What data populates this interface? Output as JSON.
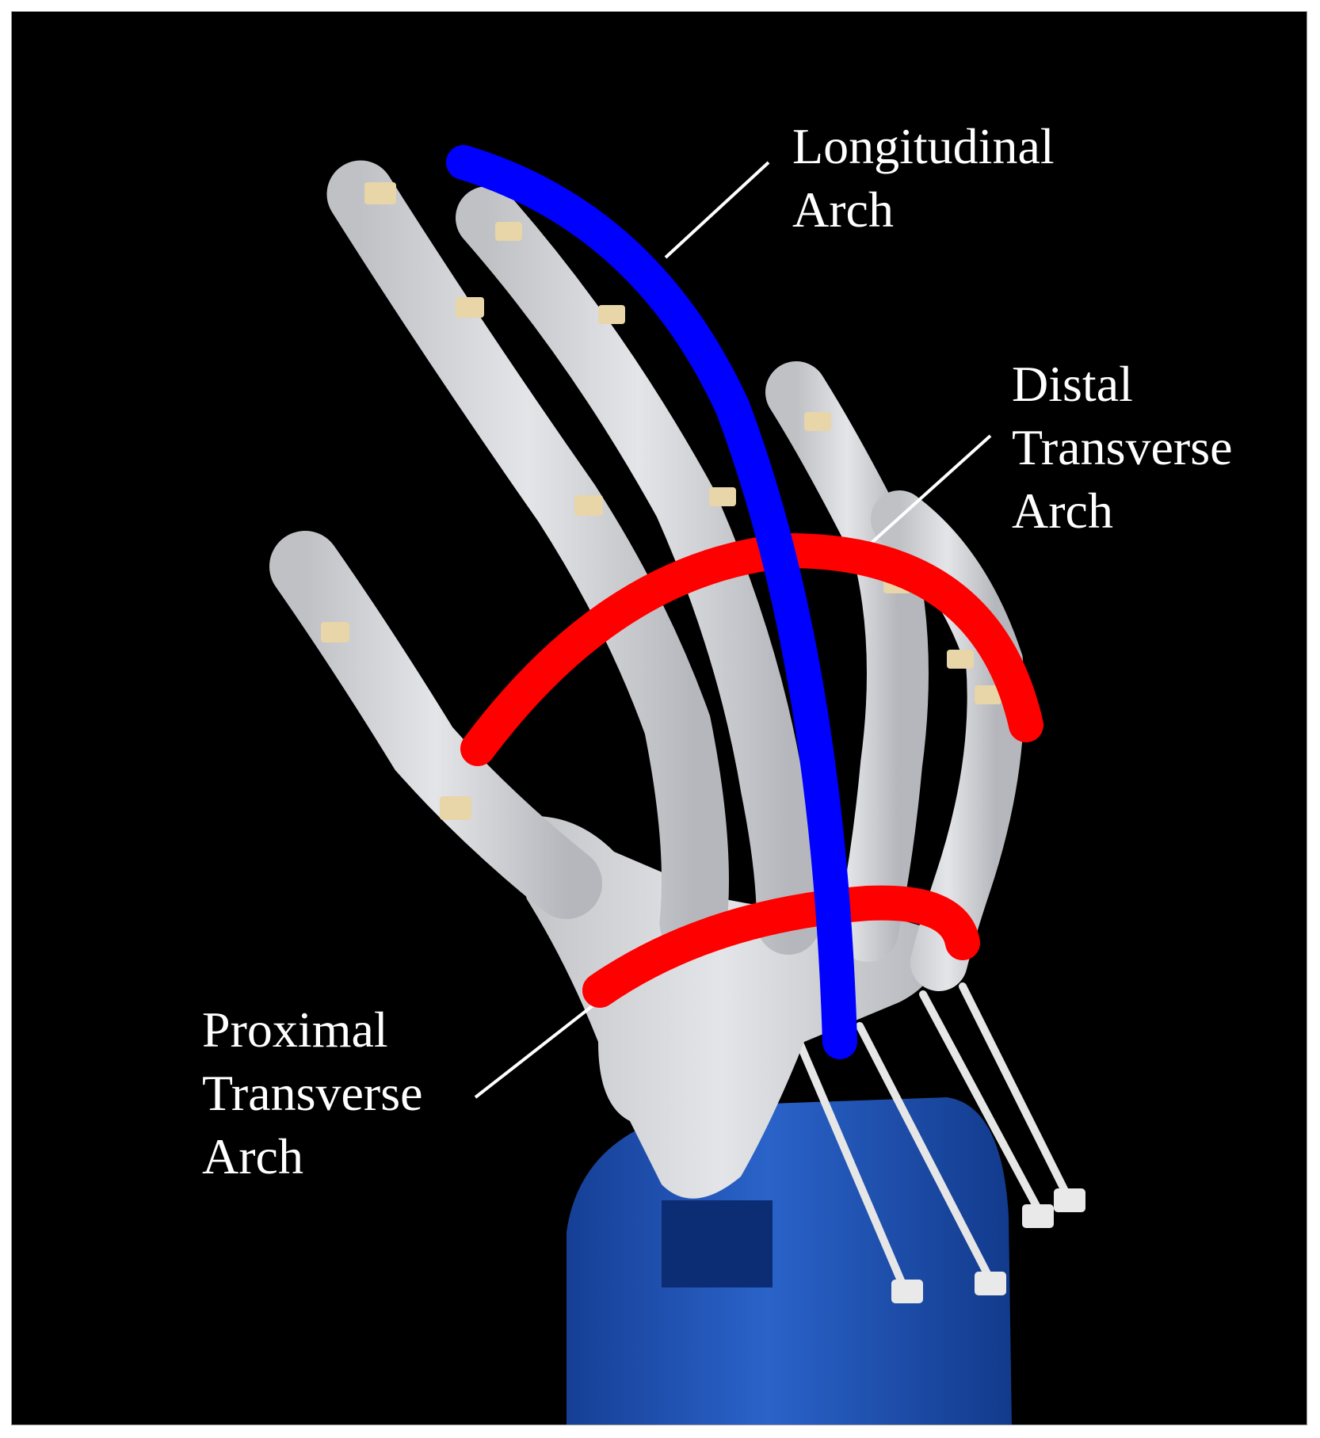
{
  "annotations": {
    "longitudinal": {
      "line1": "Longitudinal",
      "line2": "Arch",
      "color": "#0000ff"
    },
    "distal": {
      "line1": "Distal",
      "line2": "Transverse",
      "line3": "Arch",
      "color": "#ff0000"
    },
    "proximal": {
      "line1": "Proximal",
      "line2": "Transverse",
      "line3": "Arch",
      "color": "#ff0000"
    }
  },
  "colors": {
    "background": "#000000",
    "bone": "#d9dadc",
    "joint": "#e8d5a8",
    "base": "#1f4fae",
    "leader": "#ffffff"
  }
}
